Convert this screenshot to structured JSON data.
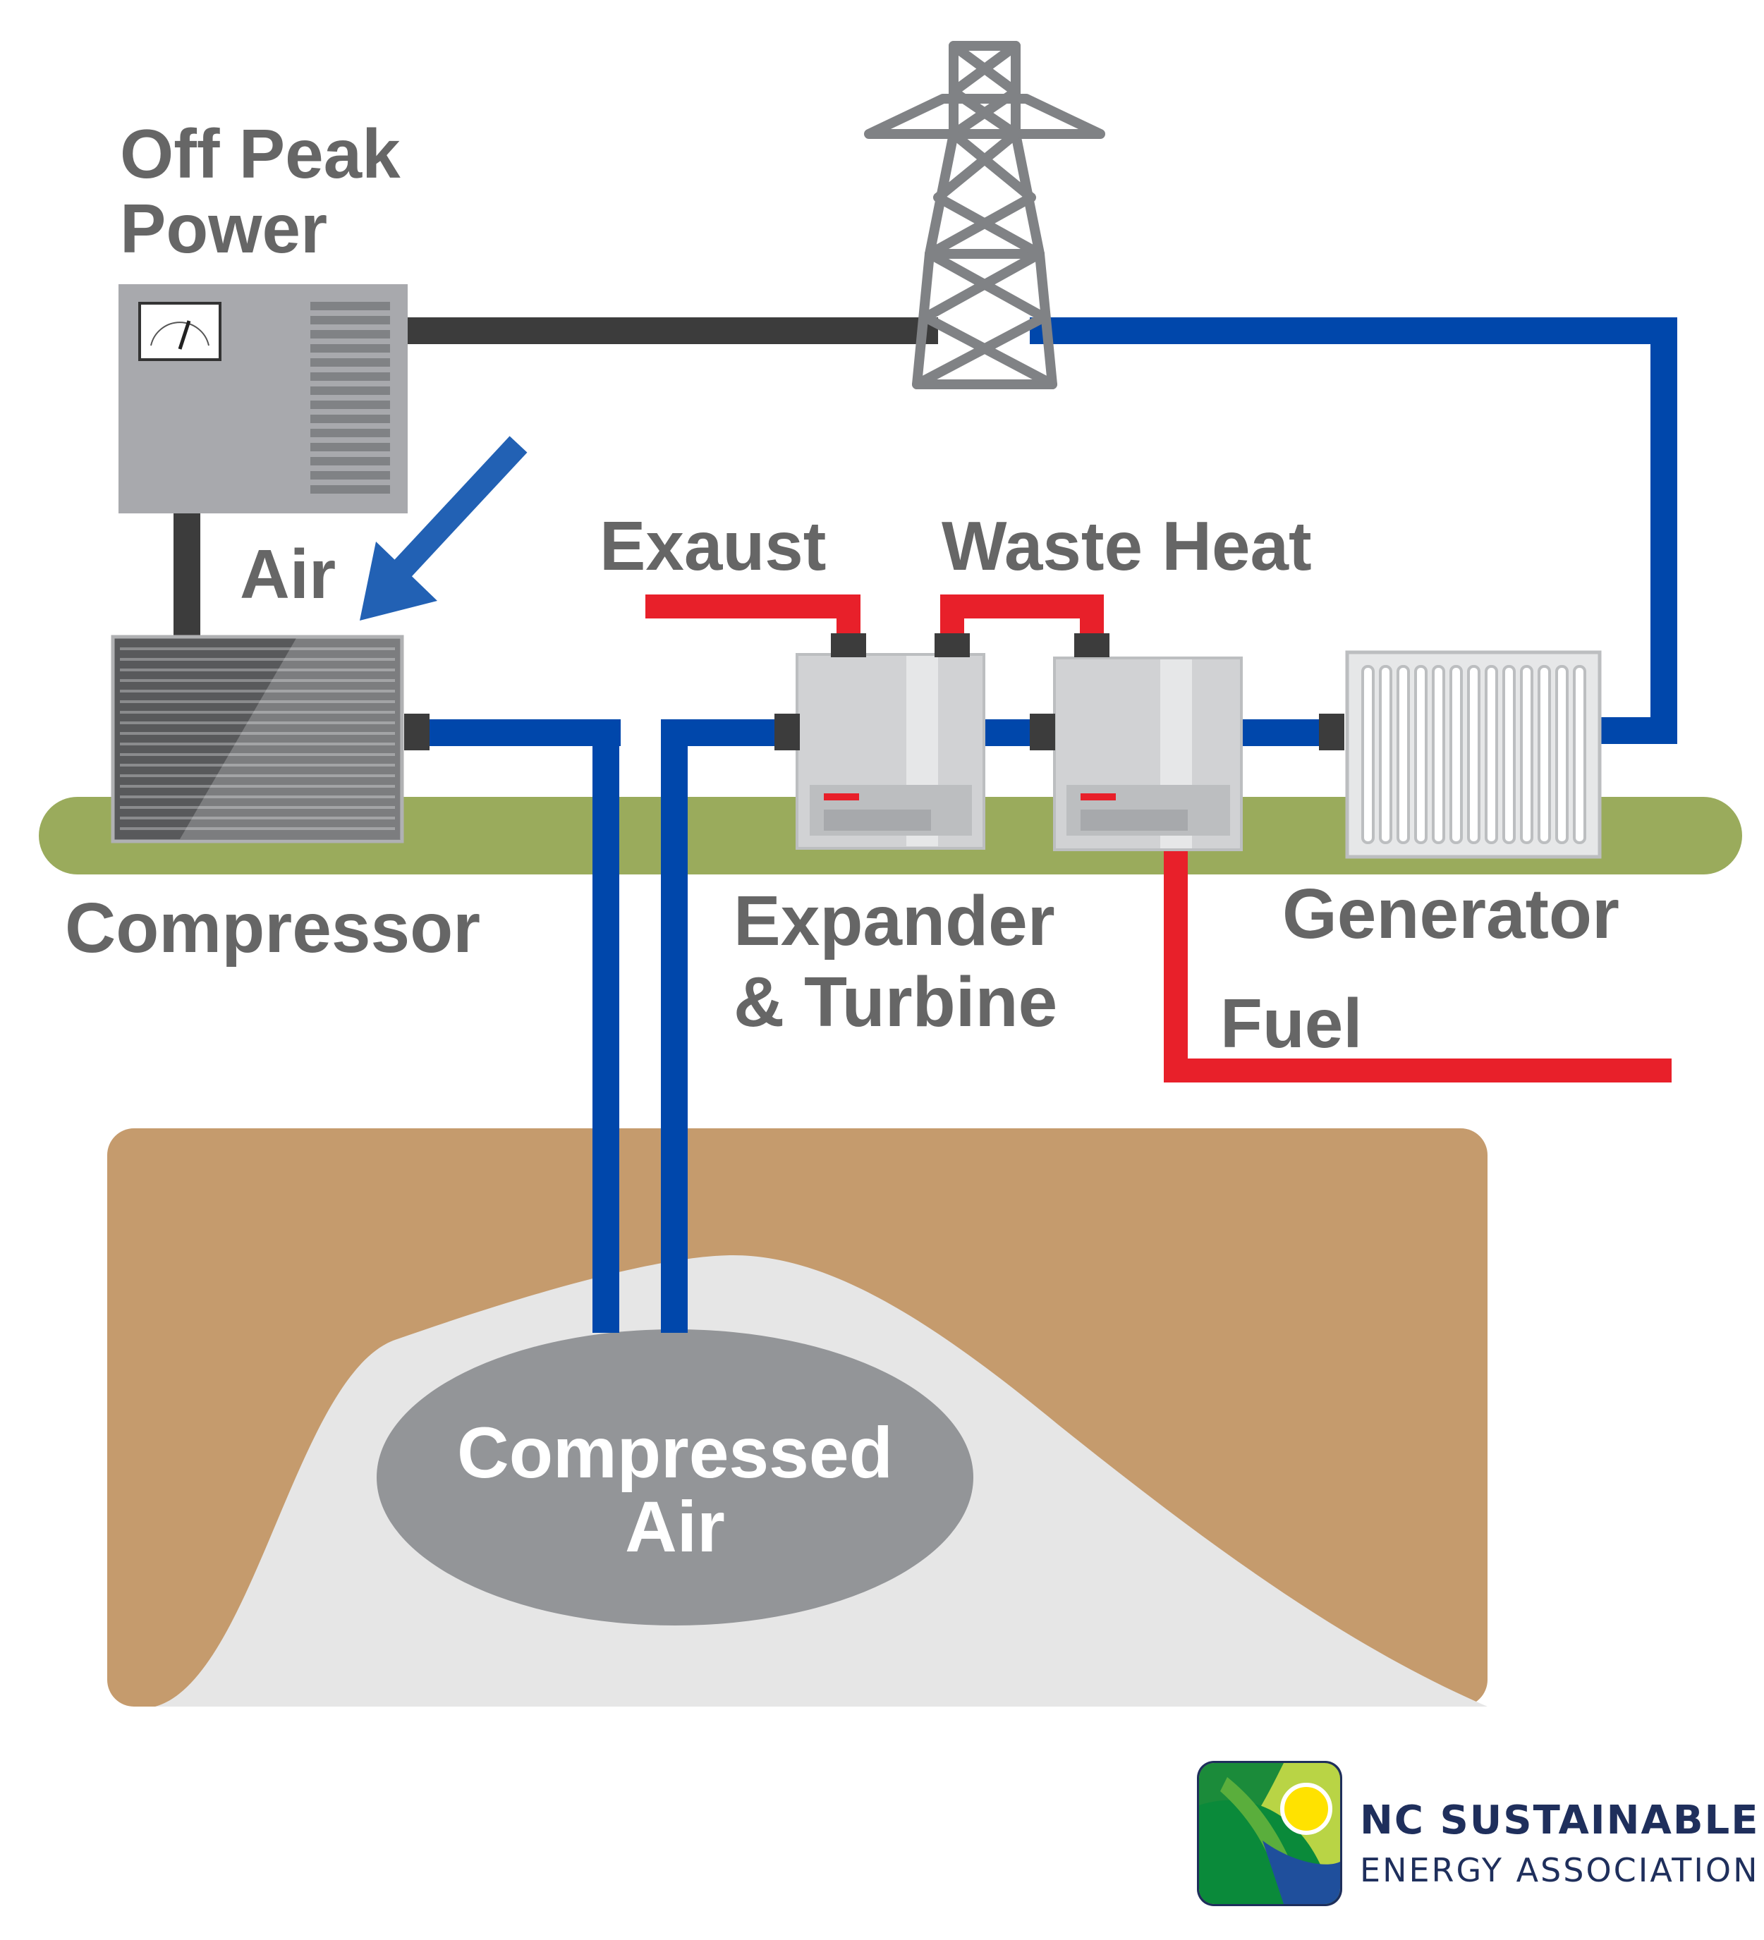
{
  "labels": {
    "off_peak_line1": "Off Peak",
    "off_peak_line2": "Power",
    "air": "Air",
    "exaust": "Exaust",
    "waste_heat": "Waste Heat",
    "compressor": "Compressor",
    "expander_line1": "Expander",
    "expander_line2": "& Turbine",
    "generator": "Generator",
    "fuel": "Fuel",
    "compressed_line1": "Compressed",
    "compressed_line2": "Air"
  },
  "logo": {
    "line1": "NC SUSTAINABLE",
    "line2": "ENERGY ASSOCIATION"
  },
  "colors": {
    "text_gray": "#666666",
    "pipe_blue": "#0047AB",
    "pipe_red": "#E8202A",
    "power_line": "#3C3C3C",
    "ground_green": "#9AAB5C",
    "soil_brown": "#C59B6D",
    "cavern_gray": "#E6E6E6",
    "reservoir_gray": "#939598"
  }
}
